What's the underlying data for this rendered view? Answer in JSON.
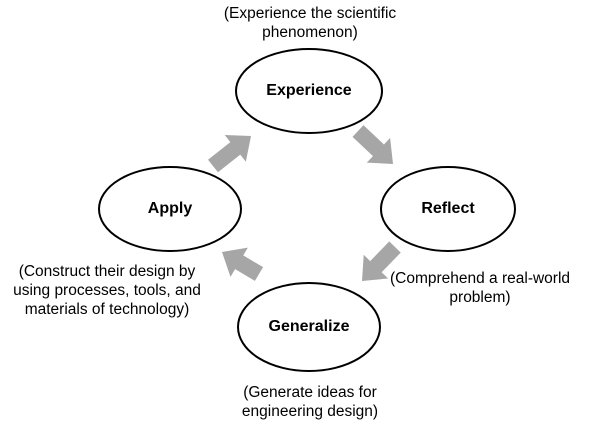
{
  "title": "Experiential learning cycle",
  "colors": {
    "arrow": "#a6a6a6",
    "outline": "#000000"
  },
  "stages": [
    {
      "name": "Experience",
      "caption": [
        "(Experience the scientific",
        "phenomenon)"
      ]
    },
    {
      "name": "Reflect",
      "caption": [
        "(Comprehend a real-world",
        "problem)"
      ]
    },
    {
      "name": "Generalize",
      "caption": [
        "(Generate ideas for",
        "engineering design)"
      ]
    },
    {
      "name": "Apply",
      "caption": [
        "(Construct their design by",
        "using processes, tools, and",
        "materials of technology)"
      ]
    }
  ]
}
